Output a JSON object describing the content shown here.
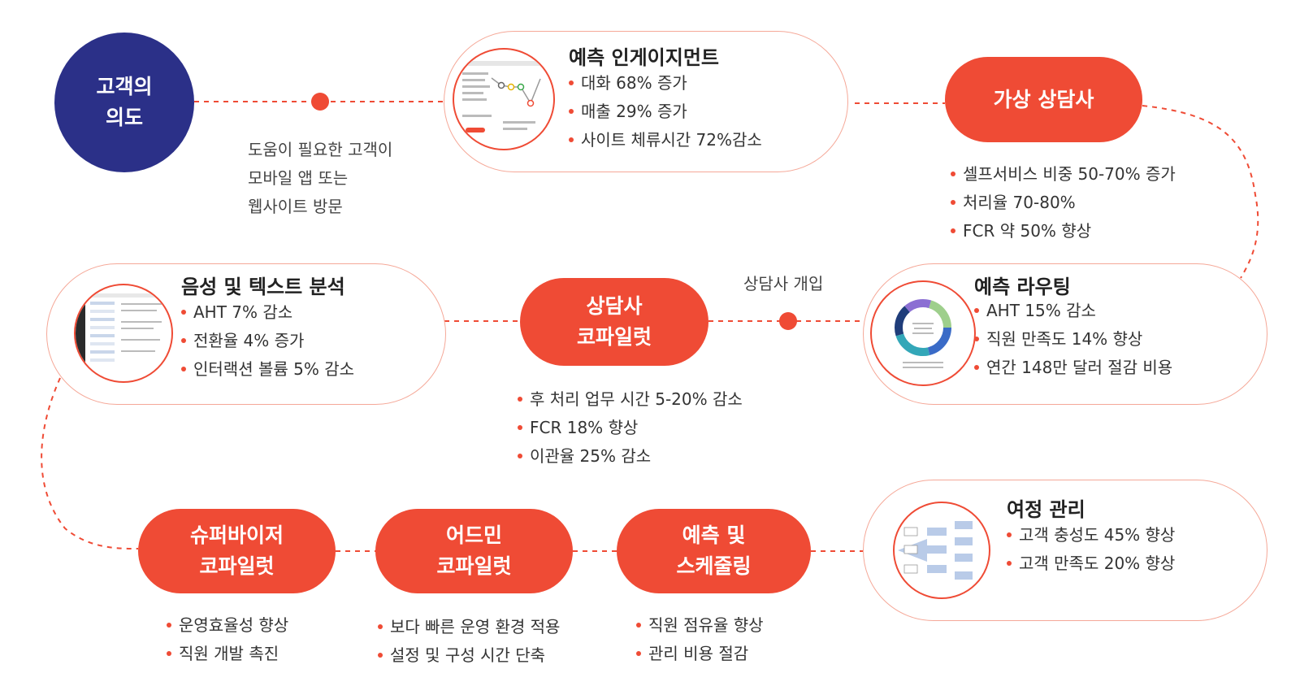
{
  "intent": {
    "label": "고객의\n의도"
  },
  "visit_text": "도움이 필요한 고객이\n모바일 앱 또는\n웹사이트 방문",
  "agent_intervention": "상담사 개입",
  "predictive_engagement": {
    "title": "예측 인게이지먼트",
    "bullets": [
      "대화 68% 증가",
      "매출 29% 증가",
      "사이트 체류시간 72%감소"
    ]
  },
  "virtual_agent": {
    "label": "가상 상담사",
    "bullets": [
      "셀프서비스 비중 50-70% 증가",
      "처리율 70-80%",
      "FCR 약 50% 향상"
    ]
  },
  "predictive_routing": {
    "title": "예측 라우팅",
    "bullets": [
      "AHT 15%  감소",
      "직원 만족도 14% 향상",
      "연간 148만 달러 절감 비용"
    ]
  },
  "speech_analytics": {
    "title": "음성 및 텍스트 분석",
    "bullets": [
      "AHT 7% 감소",
      "전환율 4% 증가",
      "인터랙션 볼륨 5% 감소"
    ]
  },
  "agent_copilot": {
    "label": "상담사\n코파일럿",
    "bullets": [
      "후 처리 업무 시간 5-20% 감소",
      "FCR 18% 향상",
      "이관율 25% 감소"
    ]
  },
  "journey": {
    "title": "여정 관리",
    "bullets": [
      "고객 충성도 45% 향상",
      "고객 만족도 20% 향상"
    ]
  },
  "supervisor_copilot": {
    "label": "슈퍼바이저\n코파일럿",
    "bullets": [
      "운영효율성 향상",
      "직원 개발 촉진"
    ]
  },
  "admin_copilot": {
    "label": "어드민\n코파일럿",
    "bullets": [
      "보다 빠른 운영 환경 적용",
      "설정 및 구성 시간 단축"
    ]
  },
  "forecast_scheduling": {
    "label": "예측 및\n스케줄링",
    "bullets": [
      "직원 점유율 향상",
      "관리 비용 절감"
    ]
  },
  "colors": {
    "accent": "#ef4b35",
    "navy": "#2b3088",
    "border": "#f5a898"
  }
}
